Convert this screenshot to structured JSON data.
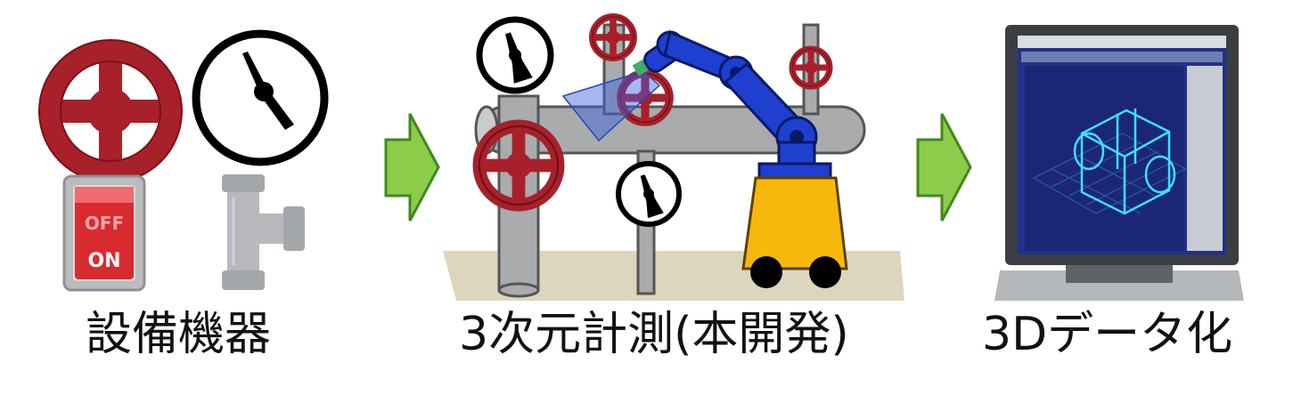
{
  "steps": [
    {
      "label": "設備機器"
    },
    {
      "label": "3次元計測(本開発)"
    },
    {
      "label": "3Dデータ化"
    }
  ],
  "switch_panel": {
    "top_label": "OFF",
    "bottom_label": "ON"
  },
  "icons": [
    "valve-handwheel-icon",
    "pressure-gauge-icon",
    "toggle-switch-icon",
    "pipe-tee-icon",
    "robot-arm-icon",
    "scanner-cart-icon",
    "cad-monitor-icon",
    "arrow-right-icon"
  ],
  "colors": {
    "valve_red": "#a8202a",
    "arrow_green": "#8ccc4a",
    "robot_blue": "#1f3fd0",
    "cart_yellow": "#f7b80c",
    "pipe_gray": "#a9abad",
    "screen_blue": "#22308a",
    "wireframe_cyan": "#3ee0ff"
  }
}
